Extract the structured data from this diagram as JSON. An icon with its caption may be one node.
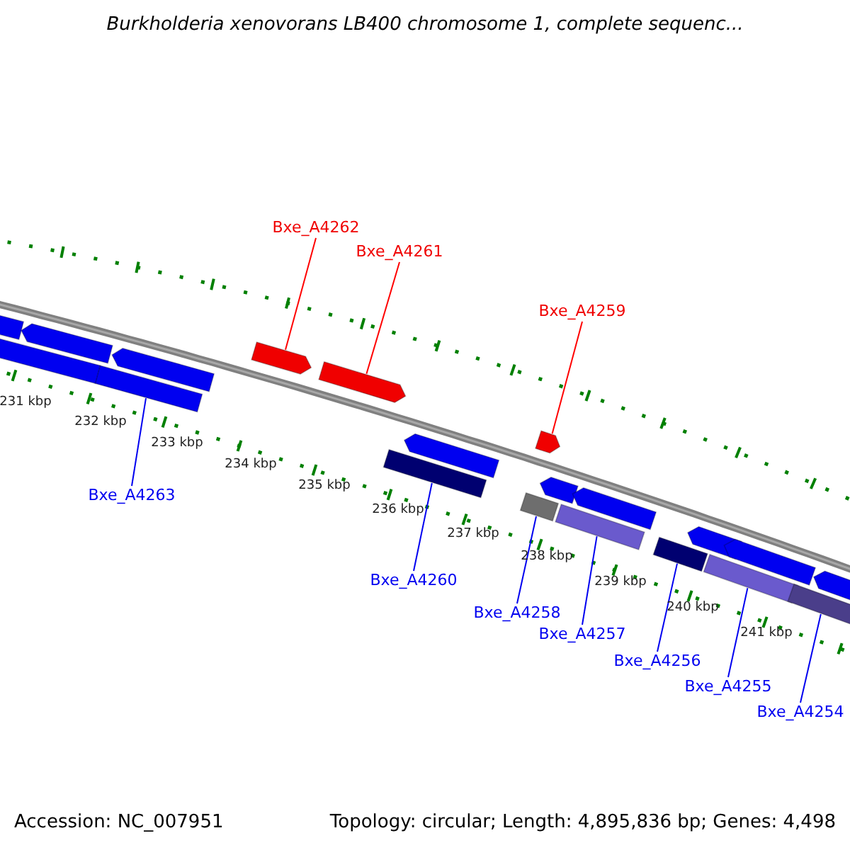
{
  "diagram": {
    "title": "Burkholderia xenovorans LB400 chromosome 1, complete sequenc...",
    "nodes": [
      {
        "text": [
          "Bxe_A4262"
        ]
      },
      {
        "text": [],
        "shape": "bar"
      },
      {
        "text": [
          "Bxe_A4261"
        ]
      },
      {
        "text": [],
        "shape": "bar"
      },
      {
        "text": [
          "Bxe_A4259"
        ]
      },
      {
        "text": [],
        "shape": "bar"
      },
      {
        "text": [
          "Bxe_A4263"
        ]
      },
      {
        "text": [],
        "shape": "bar"
      },
      {
        "text": [
          "Bxe_A4260"
        ]
      },
      {
        "text": [],
        "shape": "bar"
      },
      {
        "text": [
          "Bxe_A4258"
        ]
      },
      {
        "text": [],
        "shape": "bar"
      },
      {
        "text": [
          "Bxe_A4257"
        ]
      },
      {
        "text": [],
        "shape": "bar"
      },
      {
        "text": [
          "Bxe_A4256"
        ]
      },
      {
        "text": [],
        "shape": "bar"
      },
      {
        "text": [
          "Bxe_A4255"
        ]
      },
      {
        "text": [],
        "shape": "bar"
      },
      {
        "text": [
          "Bxe_A4254"
        ]
      },
      {
        "text": [],
        "shape": "bar"
      },
      {
        "text": [],
        "shape": "bar"
      },
      {
        "text": [],
        "shape": "bar"
      },
      {
        "text": [],
        "shape": "bar"
      },
      {
        "text": [],
        "shape": "bar"
      },
      {
        "text": [],
        "shape": "bar"
      },
      {
        "text": [],
        "shape": "bar"
      },
      {
        "text": [],
        "shape": "bar"
      },
      {
        "text": [],
        "shape": "bar"
      },
      {
        "text": [],
        "shape": "bar"
      },
      {
        "text": [],
        "shape": "bar"
      }
    ],
    "edges": [
      {
        "from": 0,
        "to": 1,
        "arrow": "none",
        "color": "#ff0000"
      },
      {
        "from": 2,
        "to": 3,
        "arrow": "none",
        "color": "#ff0000"
      },
      {
        "from": 4,
        "to": 5,
        "arrow": "none",
        "color": "#ff0000"
      },
      {
        "from": 6,
        "to": 7,
        "arrow": "none"
      },
      {
        "from": 8,
        "to": 9,
        "arrow": "none"
      },
      {
        "from": 10,
        "to": 11,
        "arrow": "none"
      },
      {
        "from": 12,
        "to": 13,
        "arrow": "none"
      },
      {
        "from": 14,
        "to": 15,
        "arrow": "none"
      },
      {
        "from": 16,
        "to": 17,
        "arrow": "none"
      },
      {
        "from": 18,
        "to": 19,
        "arrow": "none"
      }
    ],
    "labels": [
      "231 kbp",
      "232 kbp",
      "233 kbp",
      "234 kbp",
      "235 kbp",
      "236 kbp",
      "237 kbp",
      "238 kbp",
      "239 kbp",
      "240 kbp",
      "241 kbp",
      "Accession: NC_007951",
      "Topology: circular; Length: 4,895,836 bp; Genes: 4,498"
    ]
  }
}
